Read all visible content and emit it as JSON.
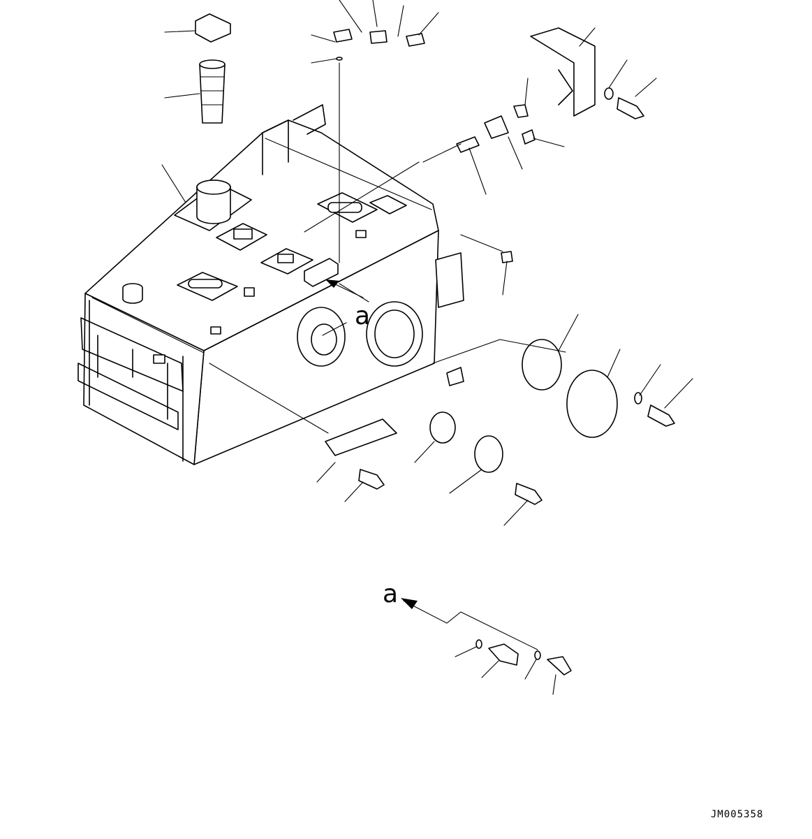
{
  "diagram": {
    "view_label": "a",
    "detail_label": "a",
    "drawing_number": "JM005358"
  }
}
